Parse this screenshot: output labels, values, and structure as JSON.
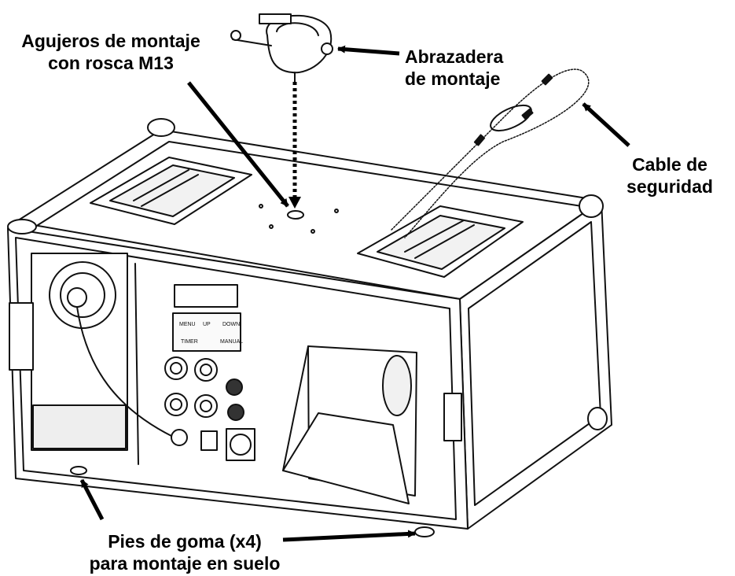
{
  "labels": {
    "mounting_holes": {
      "line1": "Agujeros de montaje",
      "line2": "con rosca M13"
    },
    "mounting_clamp": {
      "line1": "Abrazadera",
      "line2": "de montaje"
    },
    "safety_cable": {
      "line1": "Cable de",
      "line2": "seguridad"
    },
    "rubber_feet": {
      "line1": "Pies de goma (x4)",
      "line2": "para montaje en suelo"
    }
  },
  "panel": {
    "buttons": [
      "MENU",
      "UP",
      "DOWN",
      "TIMER",
      "MANUAL"
    ]
  },
  "colors": {
    "line": "#111111",
    "background": "#ffffff",
    "fill": "#ffffff",
    "shade": "#e9e9e9"
  }
}
